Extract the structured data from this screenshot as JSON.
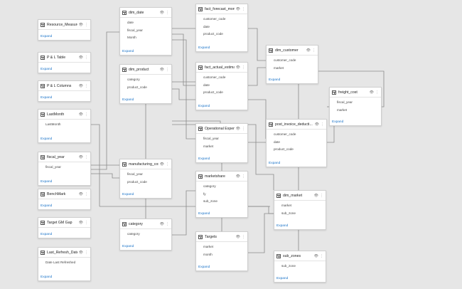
{
  "ui": {
    "expand_label": "Expand",
    "eye_glyph": "👁",
    "menu_glyph": "⋮"
  },
  "colors": {
    "canvas": "#e6e6e6",
    "card": "#ffffff",
    "link": "#1a73c8",
    "wire": "#8a8a8a"
  },
  "tables": {
    "resource_measures": {
      "name": "Resource_Measures",
      "columns": []
    },
    "pl_table": {
      "name": "P & L Table",
      "columns": []
    },
    "pl_columns": {
      "name": "P & L Columns",
      "columns": []
    },
    "lastmonth": {
      "name": "LastMonth",
      "columns": [
        "LastMonth"
      ]
    },
    "fiscal_year": {
      "name": "fiscal_year",
      "columns": [
        "fiscal_year"
      ]
    },
    "benchmark": {
      "name": "BenchMark",
      "columns": []
    },
    "target_gm_gap": {
      "name": "Target GM Gap",
      "columns": []
    },
    "last_refresh_date": {
      "name": "Last_Refresh_Date",
      "columns": [
        "Date Last Refreshed"
      ]
    },
    "dim_date": {
      "name": "dim_date",
      "columns": [
        "date",
        "fiscal_year",
        "Month"
      ]
    },
    "dim_product": {
      "name": "dim_product",
      "columns": [
        "category",
        "product_code"
      ]
    },
    "manufacturing_cost": {
      "name": "manufacturing_cost",
      "columns": [
        "fiscal_year",
        "product_code"
      ]
    },
    "category": {
      "name": "category",
      "columns": [
        "category"
      ]
    },
    "fact_forecast_monthly": {
      "name": "fact_forecast_monthly",
      "columns": [
        "customer_code",
        "date",
        "product_code"
      ]
    },
    "fact_actual_estimates": {
      "name": "fact_actual_estimates",
      "columns": [
        "customer_code",
        "date",
        "product_code"
      ]
    },
    "operational_expenses": {
      "name": "Operational Expenses",
      "columns": [
        "fiscal_year",
        "market"
      ]
    },
    "marketshare": {
      "name": "marketshare",
      "columns": [
        "category",
        "fy",
        "sub_zone"
      ]
    },
    "targets": {
      "name": "Targets",
      "columns": [
        "market",
        "month"
      ]
    },
    "dim_customer": {
      "name": "dim_customer",
      "columns": [
        "customer_code",
        "market"
      ]
    },
    "post_invoice_deductions": {
      "name": "post_invoice_deducti...",
      "columns": [
        "customer_code",
        "date",
        "product_code"
      ]
    },
    "dim_market": {
      "name": "dim_market",
      "columns": [
        "market",
        "sub_zone"
      ]
    },
    "sub_zones": {
      "name": "sub_zones",
      "columns": [
        "sub_zone"
      ]
    },
    "freight_cost": {
      "name": "freight_cost",
      "columns": [
        "fiscal_year",
        "market"
      ]
    }
  }
}
